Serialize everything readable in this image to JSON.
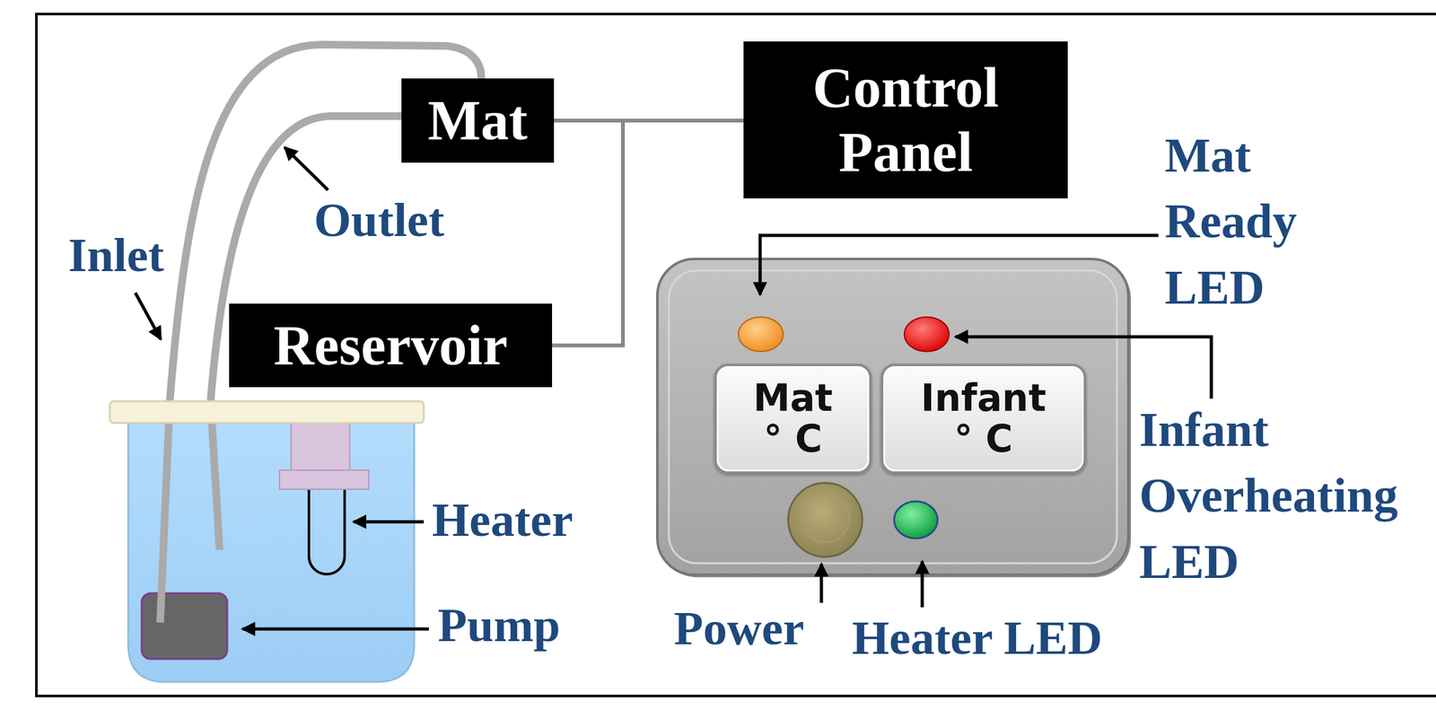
{
  "diagram": {
    "nodes": [
      {
        "text": [
          "Mat"
        ]
      },
      {
        "text": [
          "Control Panel"
        ]
      },
      {
        "text": [
          "Reservoir"
        ]
      },
      {
        "text": [
          "Mat",
          "° C"
        ]
      },
      {
        "text": [
          "Infant",
          "° C"
        ]
      }
    ],
    "edges": [
      {
        "from": 0,
        "to": 1,
        "arrow": "none"
      },
      {
        "from": 2,
        "to": 1,
        "arrow": "none"
      }
    ],
    "labels": [
      "Outlet",
      "Inlet",
      "Mat Ready LED",
      "Heater",
      "Infant Overheating LED",
      "Pump",
      "Power",
      "Heater LED"
    ]
  }
}
